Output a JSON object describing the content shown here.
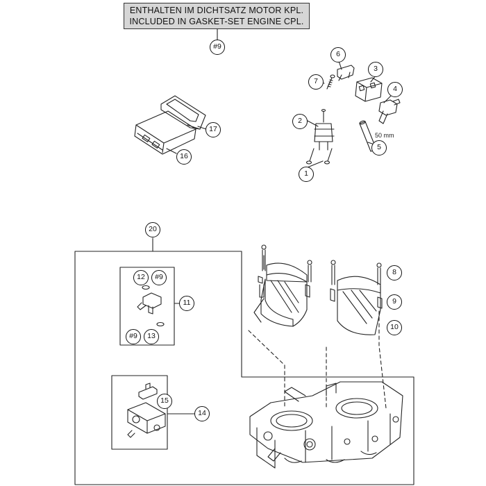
{
  "note": {
    "line1": "ENTHALTEN IM DICHTSATZ MOTOR KPL.",
    "line2": "INCLUDED IN GASKET-SET ENGINE CPL."
  },
  "callouts": {
    "c9_top": "#9",
    "c1": "1",
    "c2": "2",
    "c3": "3",
    "c4": "4",
    "c5": "5",
    "c6": "6",
    "c7": "7",
    "c8": "8",
    "c9": "9",
    "c10": "10",
    "c11": "11",
    "c12": "12",
    "c9_inj_top": "#9",
    "c9_inj_bottom": "#9",
    "c13": "13",
    "c14": "14",
    "c15": "15",
    "c16": "16",
    "c17": "17",
    "c20": "20"
  },
  "dimension": "50 mm"
}
